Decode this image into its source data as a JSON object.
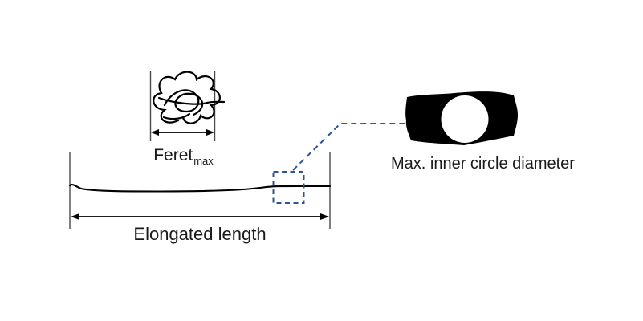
{
  "labels": {
    "feret_base": "Feret",
    "feret_sub": "max",
    "elongated": "Elongated length",
    "max_inner_circle": "Max. inner circle diameter"
  },
  "colors": {
    "background": "#ffffff",
    "ink": "#000000",
    "guide_line": "#4a4a4a",
    "callout_blue": "#2F5496",
    "text": "#1a1a1a"
  },
  "shapes": {
    "tangled_fiber": "scribbled-ball-fiber",
    "elongated_fiber": "stretched-thin-fiber",
    "cross_section": "black-segment-with-white-inner-circle",
    "zoom_region": "dashed-square-marker",
    "callout": "dashed-leader-line"
  }
}
